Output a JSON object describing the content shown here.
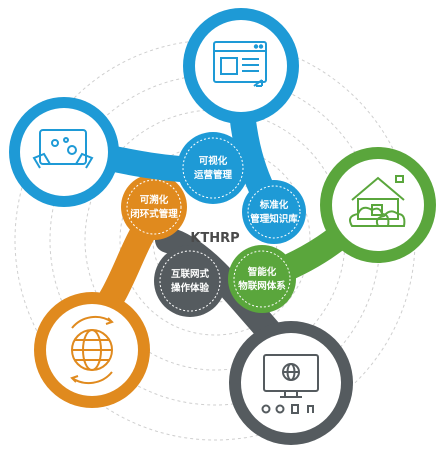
{
  "center_label": "KTHRP",
  "nodes": [
    {
      "id": "knowledge",
      "color": "#1e9ad6",
      "line1": "标准化",
      "line2": "管理知识库",
      "icon": "browser-window-icon"
    },
    {
      "id": "ops",
      "color": "#1e9ad6",
      "line1": "可视化",
      "line2": "运营管理",
      "icon": "touch-tablet-icon"
    },
    {
      "id": "iot",
      "color": "#5aa63c",
      "line1": "智能化",
      "line2": "物联网体系",
      "icon": "smart-home-icon"
    },
    {
      "id": "loop",
      "color": "#e08a1e",
      "line1": "可溯化",
      "line2": "闭环式管理",
      "icon": "globe-icon"
    },
    {
      "id": "interaction",
      "color": "#555b5f",
      "line1": "互联网式",
      "line2": "操作体验",
      "icon": "monitor-globe-icon"
    }
  ]
}
